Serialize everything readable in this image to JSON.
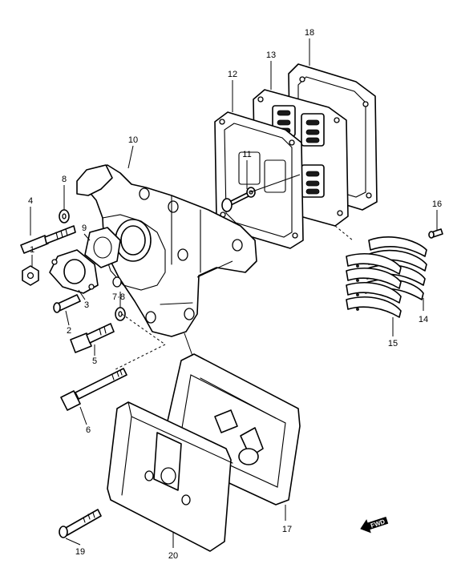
{
  "callouts": {
    "c1": "1",
    "c2": "2",
    "c3": "3",
    "c4": "4",
    "c5": "5",
    "c6": "6",
    "c78": "7·8",
    "c8": "8",
    "c9": "9",
    "c10": "10",
    "c11": "11",
    "c12": "12",
    "c13": "13",
    "c14": "14",
    "c15": "15",
    "c16": "16",
    "c17": "17",
    "c18": "18",
    "c19": "19",
    "c20": "20"
  },
  "fwd_label": "FWD"
}
